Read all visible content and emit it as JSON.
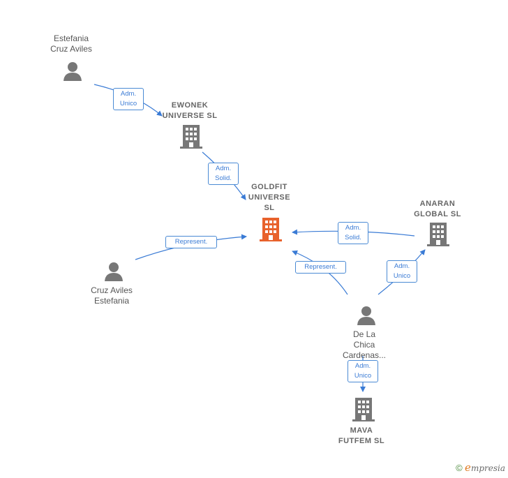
{
  "nodes": {
    "person_estefania": {
      "line1": "Estefania",
      "line2": "Cruz Aviles"
    },
    "company_ewonek": {
      "line1": "EWONEK",
      "line2": "UNIVERSE  SL"
    },
    "company_goldfit": {
      "line1": "GOLDFIT",
      "line2": "UNIVERSE",
      "line3": "SL"
    },
    "company_anaran": {
      "line1": "ANARAN",
      "line2": "GLOBAL  SL"
    },
    "person_cruz": {
      "line1": "Cruz Aviles",
      "line2": "Estefania"
    },
    "person_delachica": {
      "line1": "De La",
      "line2": "Chica",
      "line3": "Cardenas..."
    },
    "company_mava": {
      "line1": "MAVA",
      "line2": "FUTFEM  SL"
    }
  },
  "edges": {
    "estefania_ewonek": {
      "line1": "Adm.",
      "line2": "Unico"
    },
    "ewonek_goldfit": {
      "line1": "Adm.",
      "line2": "Solid."
    },
    "cruz_goldfit": {
      "line1": "Represent."
    },
    "anaran_goldfit": {
      "line1": "Adm.",
      "line2": "Solid."
    },
    "delachica_goldfit": {
      "line1": "Represent."
    },
    "delachica_anaran": {
      "line1": "Adm.",
      "line2": "Unico"
    },
    "delachica_mava": {
      "line1": "Adm.",
      "line2": "Unico"
    }
  },
  "colors": {
    "edge": "#3a7bd5",
    "company_icon": "#777777",
    "focus_company_icon": "#e8622c",
    "person_icon": "#777777"
  },
  "icons": {
    "person": "person-icon",
    "company": "building-icon"
  },
  "brand": {
    "copyright": "©",
    "name_initial": "e",
    "name_rest": "mpresia"
  }
}
